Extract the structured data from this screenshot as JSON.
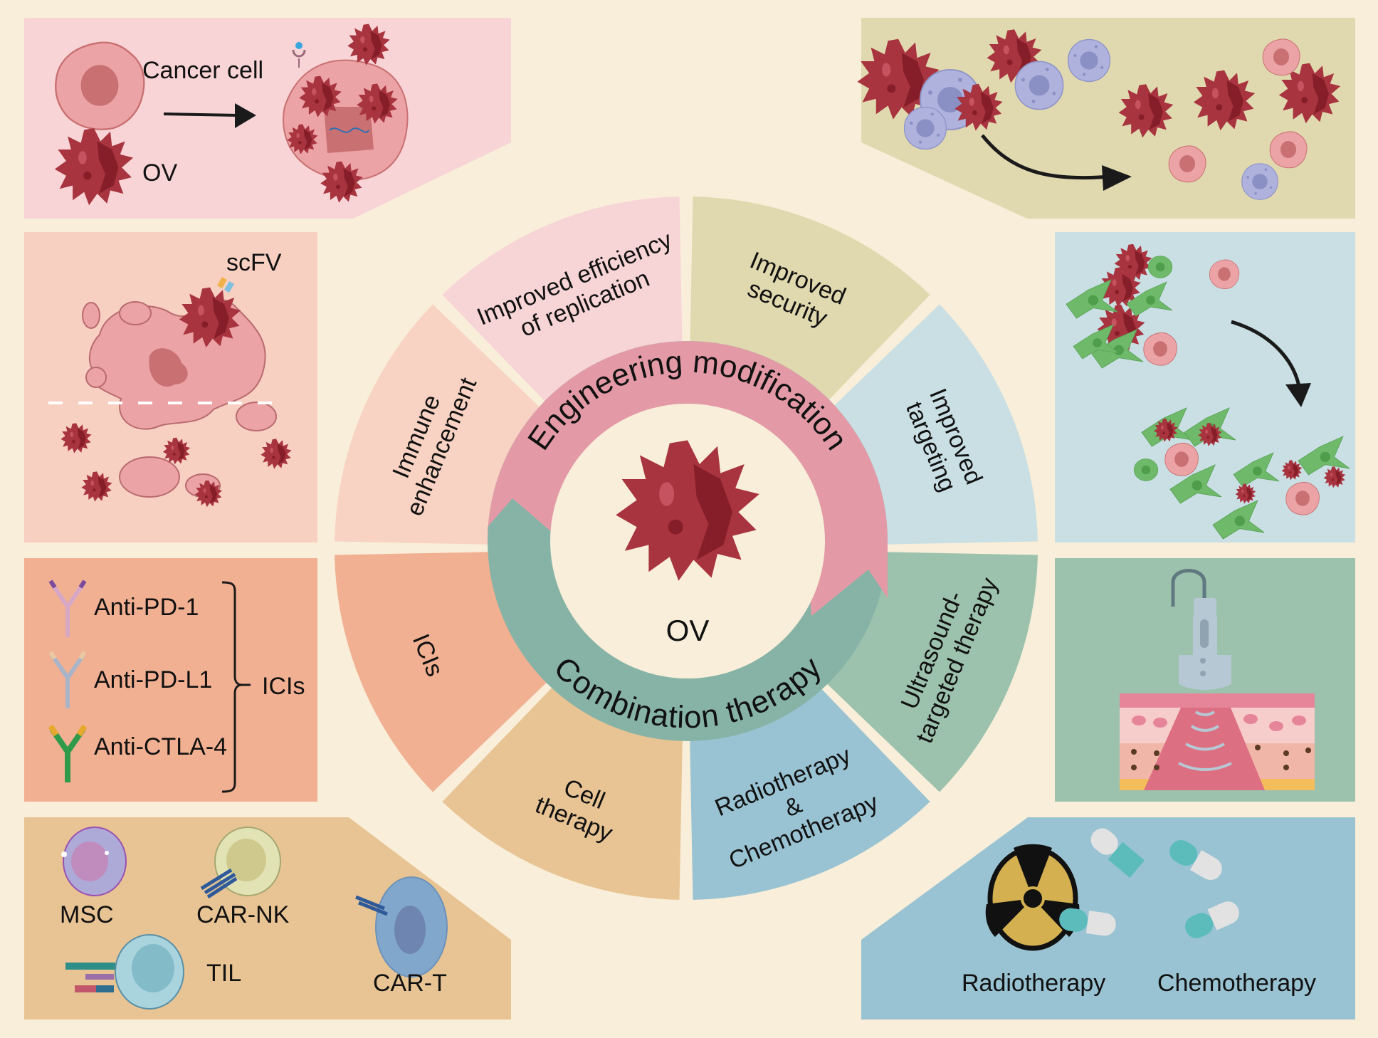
{
  "center": {
    "label": "OV",
    "inner_ring": [
      {
        "label": "Engineering modification",
        "color": "#e39aa6"
      },
      {
        "label": "Combination therapy",
        "color": "#87b3a6"
      }
    ]
  },
  "outer_segments": [
    {
      "id": "replication",
      "lines": [
        "Improved efficiency",
        "of replication"
      ],
      "color": "#f7d4d6",
      "group": "Engineering modification"
    },
    {
      "id": "security",
      "lines": [
        "Improved",
        "security"
      ],
      "color": "#e0d8ae",
      "group": "Engineering modification"
    },
    {
      "id": "targeting",
      "lines": [
        "Improved",
        "targeting"
      ],
      "color": "#c9dfe4",
      "group": "Engineering modification"
    },
    {
      "id": "ultrasound",
      "lines": [
        "Ultrasound-",
        "targeted therapy"
      ],
      "color": "#9cc2ad",
      "group": "Combination therapy"
    },
    {
      "id": "radio-chemo",
      "lines": [
        "Radiotherapy",
        "&",
        "Chemotherapy"
      ],
      "color": "#99c3d2",
      "group": "Combination therapy"
    },
    {
      "id": "cell-therapy",
      "lines": [
        "Cell",
        "therapy"
      ],
      "color": "#e8c494",
      "group": "Combination therapy"
    },
    {
      "id": "icis",
      "lines": [
        "ICIs"
      ],
      "color": "#f2b092",
      "group": "Combination therapy"
    },
    {
      "id": "immune",
      "lines": [
        "Immune",
        "enhancement"
      ],
      "color": "#f8d2c2",
      "group": "Engineering modification"
    }
  ],
  "panels": {
    "replication": {
      "color": "#f8d4d6",
      "labels": {
        "cancer_cell": "Cancer cell",
        "ov": "OV"
      }
    },
    "immune": {
      "color": "#f7d0c2",
      "labels": {
        "scfv": "scFV"
      }
    },
    "icis": {
      "color": "#f2b092",
      "antibodies": [
        {
          "label": "Anti-PD-1",
          "arm_color": "#d7a8c6",
          "tip_color": "#7a4a9b"
        },
        {
          "label": "Anti-PD-L1",
          "arm_color": "#aab4c8",
          "tip_color": "#e8c9a4"
        },
        {
          "label": "Anti-CTLA-4",
          "arm_color": "#2f9a4a",
          "tip_color": "#e6a92d"
        }
      ],
      "group_label": "ICIs"
    },
    "cell_therapy": {
      "color": "#e8c494",
      "cells": [
        "MSC",
        "CAR-NK",
        "TIL",
        "CAR-T"
      ]
    },
    "security": {
      "color": "#e0d8ae"
    },
    "targeting": {
      "color": "#c9dfe4"
    },
    "ultrasound": {
      "color": "#9cc2ad"
    },
    "radio_chemo": {
      "color": "#99c3d2",
      "labels": [
        "Radiotherapy",
        "Chemotherapy"
      ]
    }
  },
  "colors": {
    "background": "#f8eed9",
    "virus": "#a8343f",
    "virus_dark": "#861e29",
    "cancer_cell": "#eba3a5",
    "cancer_nucleus": "#c97072"
  }
}
